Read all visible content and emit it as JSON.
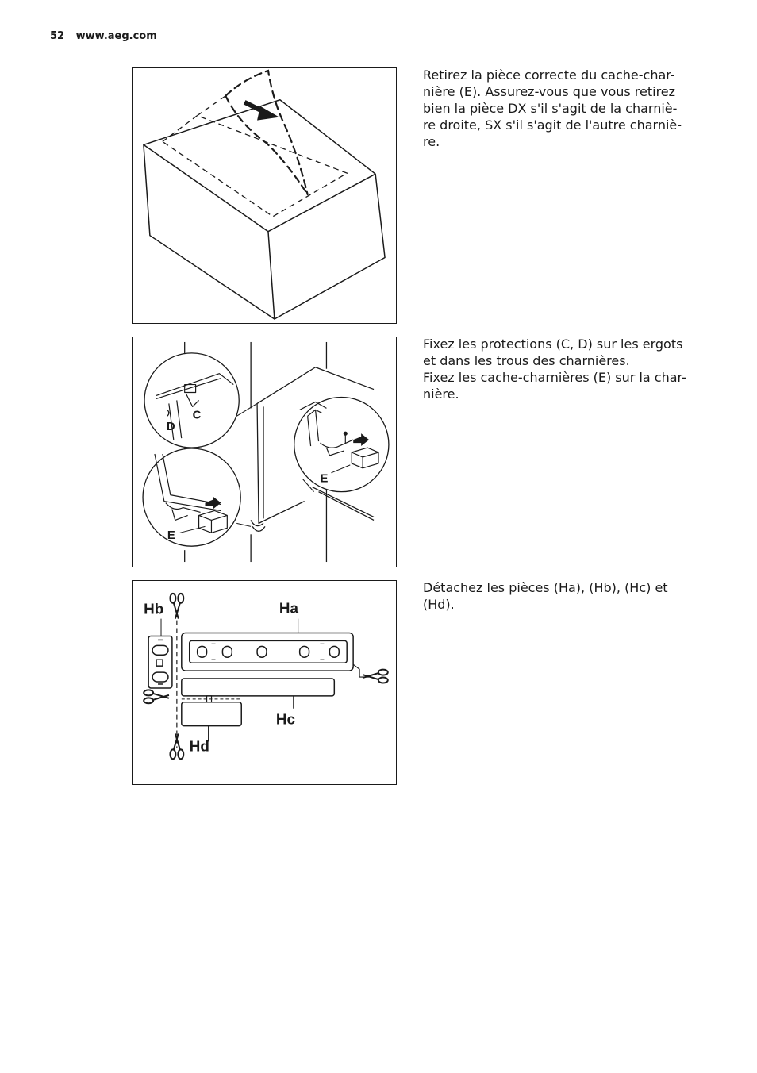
{
  "header": {
    "page_number": "52",
    "site": "www.aeg.com"
  },
  "steps": [
    {
      "text_lines": [
        "Retirez la pièce correcte du cache-char-",
        "nière (E). Assurez-vous que vous retirez",
        "bien la pièce DX s'il s'agit de la charniè-",
        "re droite, SX s'il s'agit de l'autre charniè-",
        "re."
      ]
    },
    {
      "text_lines": [
        "Fixez les protections (C, D) sur les ergots",
        "et dans les trous des charnières.",
        "Fixez les cache-charnières (E) sur la char-",
        "nière."
      ],
      "figure_labels": {
        "c": "C",
        "d": "D",
        "e1": "E",
        "e2": "E"
      }
    },
    {
      "text_lines": [
        "Détachez les pièces (Ha), (Hb), (Hc) et",
        "(Hd)."
      ],
      "figure_labels": {
        "ha": "Ha",
        "hb": "Hb",
        "hc": "Hc",
        "hd": "Hd"
      }
    }
  ]
}
